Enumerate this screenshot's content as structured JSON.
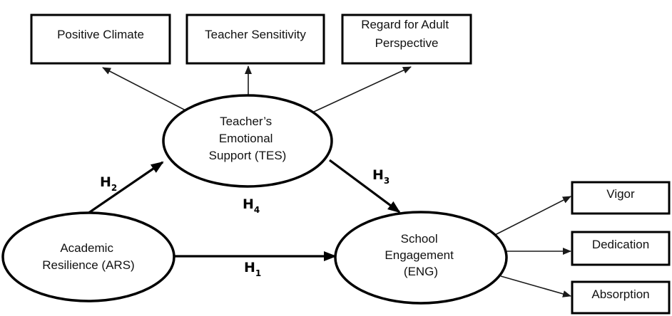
{
  "nodes": {
    "positive_climate": {
      "lines": [
        "Positive Climate"
      ]
    },
    "teacher_sensitivity": {
      "lines": [
        "Teacher Sensitivity"
      ]
    },
    "regard_adult_perspective": {
      "lines": [
        "Regard for Adult",
        "Perspective"
      ]
    },
    "teachers_emotional_support": {
      "lines": [
        "Teacher’s",
        "Emotional",
        "Support (TES)"
      ]
    },
    "academic_resilience": {
      "lines": [
        "Academic",
        "Resilience (ARS)"
      ]
    },
    "school_engagement": {
      "lines": [
        "School",
        "Engagement",
        "(ENG)"
      ]
    },
    "vigor": {
      "lines": [
        "Vigor"
      ]
    },
    "dedication": {
      "lines": [
        "Dedication"
      ]
    },
    "absorption": {
      "lines": [
        "Absorption"
      ]
    }
  },
  "hypotheses": {
    "h1": {
      "letter": "H",
      "sub": "1"
    },
    "h2": {
      "letter": "H",
      "sub": "2"
    },
    "h3": {
      "letter": "H",
      "sub": "3"
    },
    "h4": {
      "letter": "H",
      "sub": "4"
    }
  }
}
